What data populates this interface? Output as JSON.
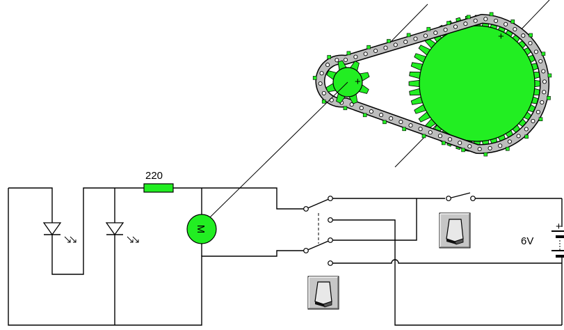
{
  "resistor": {
    "label": "220"
  },
  "battery": {
    "label": "6V",
    "plus_sign": "+"
  },
  "motor": {
    "symbol": "M"
  },
  "gears": {
    "small_marker": "+",
    "large_marker": "+"
  },
  "colors": {
    "component_fill": "#22ee22",
    "chain": "#bdbdbd",
    "wire": "#000000",
    "button_face": "#c6c6c6"
  },
  "icons": [
    "led-icon",
    "motor-icon",
    "resistor-icon",
    "battery-icon",
    "switch-icon",
    "rocker-switch-icon",
    "gear-icon",
    "chain-icon"
  ]
}
